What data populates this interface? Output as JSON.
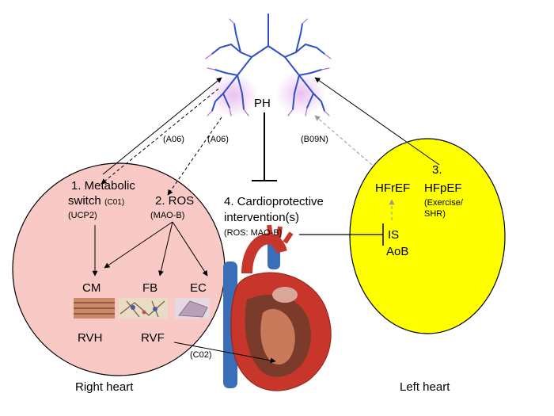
{
  "center": {
    "ph_label": "PH"
  },
  "right_heart": {
    "caption": "Right heart",
    "metabolic": {
      "line1": "1. Metabolic",
      "line2": "switch",
      "code": "(C01)",
      "gene": "(UCP2)"
    },
    "ros": {
      "label": "2. ROS",
      "enzyme": "(MAO-B)"
    },
    "cells": {
      "cm": "CM",
      "fb": "FB",
      "ec": "EC"
    },
    "outcomes": {
      "rvh": "RVH",
      "rvf": "RVF"
    }
  },
  "left_heart": {
    "caption": "Left heart",
    "hfref": "HFrEF",
    "hfpef": {
      "number": "3.",
      "label": "HFpEF",
      "model_line1": "(Exercise/",
      "model_line2": "SHR)"
    },
    "is_label": "IS",
    "aob_label": "AoB"
  },
  "intervention": {
    "line1": "4. Cardioprotective",
    "line2": "intervention(s)",
    "detail": "(ROS: MAO-B)"
  },
  "codes": {
    "a06_left": "(A06)",
    "a06_right": "(A06)",
    "b09n": "(B09N)",
    "c02": "(C02)"
  },
  "colors": {
    "right_heart_fill": "#f9c9c6",
    "left_heart_fill": "#ffff00",
    "lung_blue": "#3050c8",
    "lung_purple": "#b070d0",
    "heart_red": "#c8352a",
    "vessel_blue": "#3a6fb8"
  }
}
